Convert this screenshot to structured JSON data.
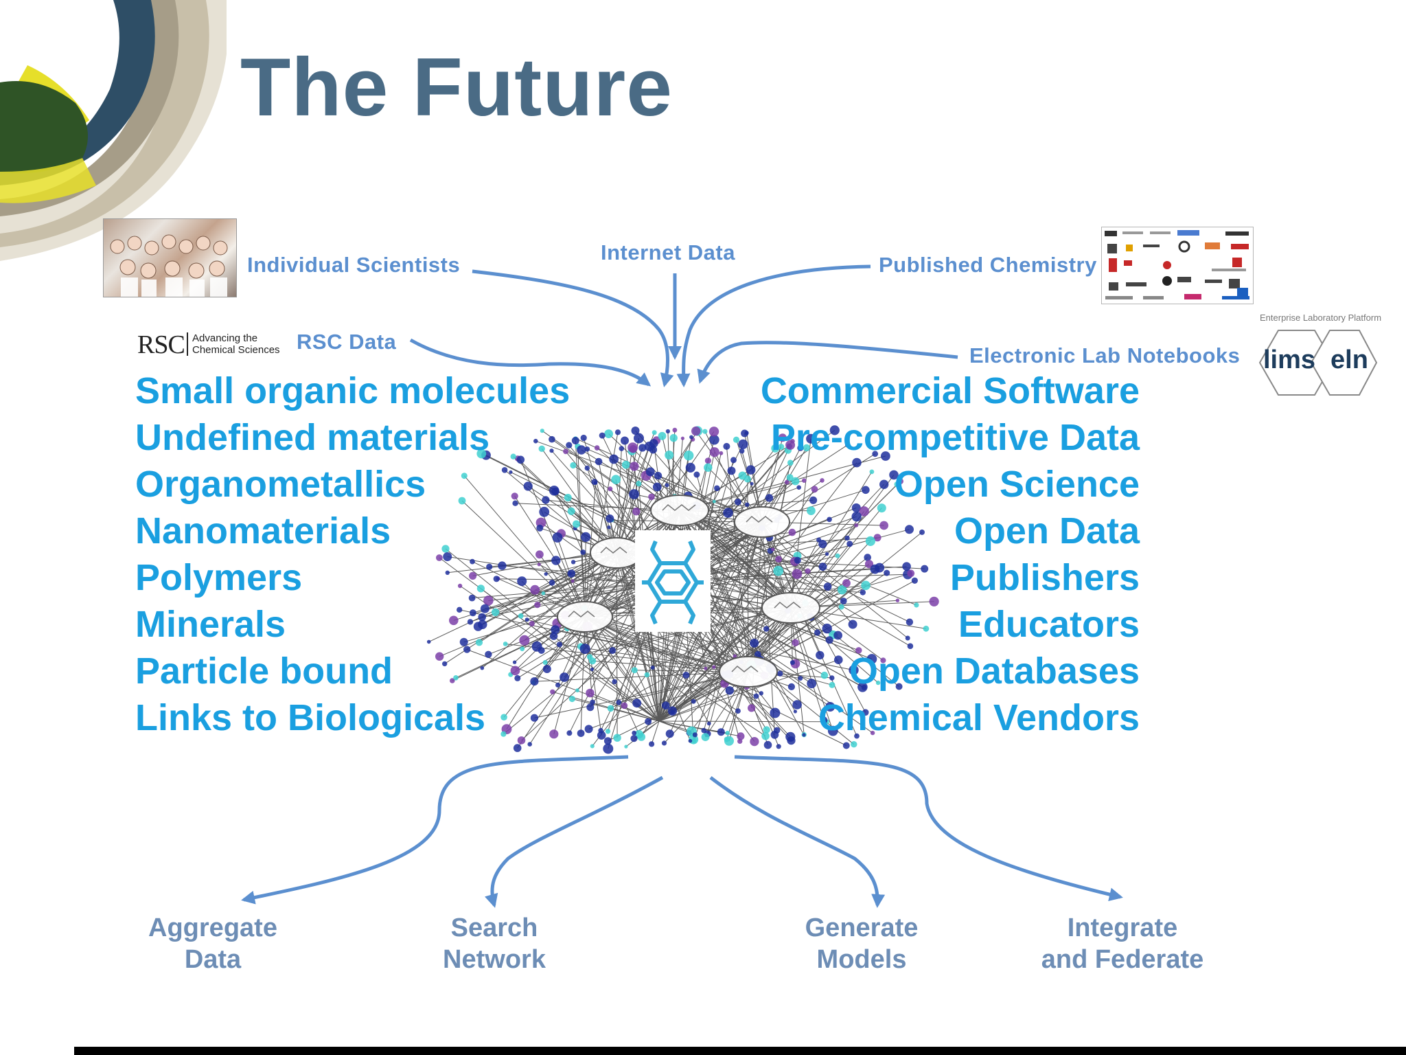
{
  "title": "The Future",
  "sources": {
    "individual_scientists": "Individual Scientists",
    "internet_data": "Internet Data",
    "published_chemistry": "Published Chemistry",
    "rsc_data": "RSC Data",
    "electronic_lab_notebooks": "Electronic Lab Notebooks"
  },
  "rsc_logo": {
    "mark": "RSC",
    "tagline_1": "Advancing the",
    "tagline_2": "Chemical Sciences"
  },
  "eln_logo": {
    "caption": "Enterprise Laboratory Platform",
    "left": "lims",
    "right": "eln"
  },
  "left_list": [
    "Small organic molecules",
    "Undefined materials",
    "Organometallics",
    "Nanomaterials",
    "Polymers",
    "Minerals",
    "Particle bound",
    "Links to Biologicals"
  ],
  "right_list": [
    "Commercial Software",
    "Pre-competitive Data",
    "Open Science",
    "Open Data",
    "Publishers",
    "Educators",
    "Open Databases",
    "Chemical Vendors"
  ],
  "outputs": [
    {
      "line1": "Aggregate",
      "line2": "Data"
    },
    {
      "line1": "Search",
      "line2": "Network"
    },
    {
      "line1": "Generate",
      "line2": "Models"
    },
    {
      "line1": "Integrate",
      "line2": "and Federate"
    }
  ],
  "colors": {
    "title": "#4a6b85",
    "list_text": "#1a9fe0",
    "source_text": "#5b8fcf",
    "arrow": "#5b8fcf",
    "output_text": "#6d8db5",
    "node_purple": "#7b3fa8",
    "node_navy": "#1f2f9c",
    "node_teal": "#3fd0d0"
  }
}
